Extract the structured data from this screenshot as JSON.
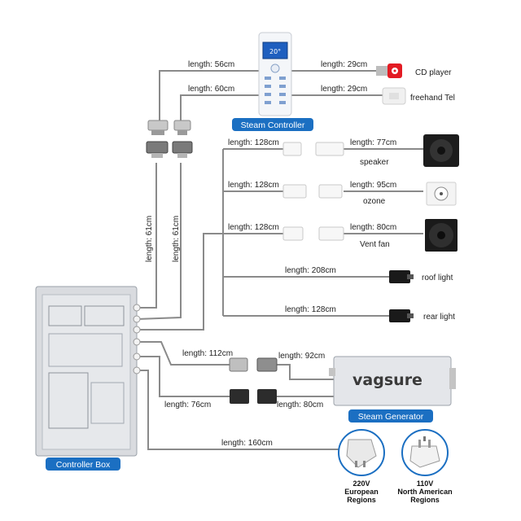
{
  "labels": {
    "steam_controller": "Steam Controller",
    "controller_box": "Controller Box",
    "steam_generator": "Steam Generator",
    "brand": "vagsure"
  },
  "devices": {
    "cd_player": "CD player",
    "freehand_tel": "freehand Tel",
    "speaker": "speaker",
    "ozone": "ozone",
    "vent_fan": "Vent fan",
    "roof_light": "roof light",
    "rear_light": "rear light"
  },
  "lengths": {
    "top_left_1": "length: 56cm",
    "top_right_1": "length: 29cm",
    "top_left_2": "length: 60cm",
    "top_right_2": "length: 29cm",
    "vertical_1": "length: 61cm",
    "vertical_2": "length: 61cm",
    "speaker_left": "length: 128cm",
    "speaker_right": "length: 77cm",
    "ozone_left": "length: 128cm",
    "ozone_right": "length: 95cm",
    "fan_left": "length: 128cm",
    "fan_right": "length: 80cm",
    "roof": "length: 208cm",
    "rear": "length: 128cm",
    "gen_left": "length: 112cm",
    "gen_right": "length: 92cm",
    "power_left": "length: 76cm",
    "power_right": "length: 80cm",
    "mains": "length: 160cm"
  },
  "plugs": {
    "eu_voltage": "220V",
    "eu_line1": "European",
    "eu_line2": "Regions",
    "na_voltage": "110V",
    "na_line1": "North American",
    "na_line2": "Regions"
  },
  "colors": {
    "label_pill": "#1b6fc2",
    "wire": "#8a8a8a",
    "rca_red": "#e31b23"
  }
}
